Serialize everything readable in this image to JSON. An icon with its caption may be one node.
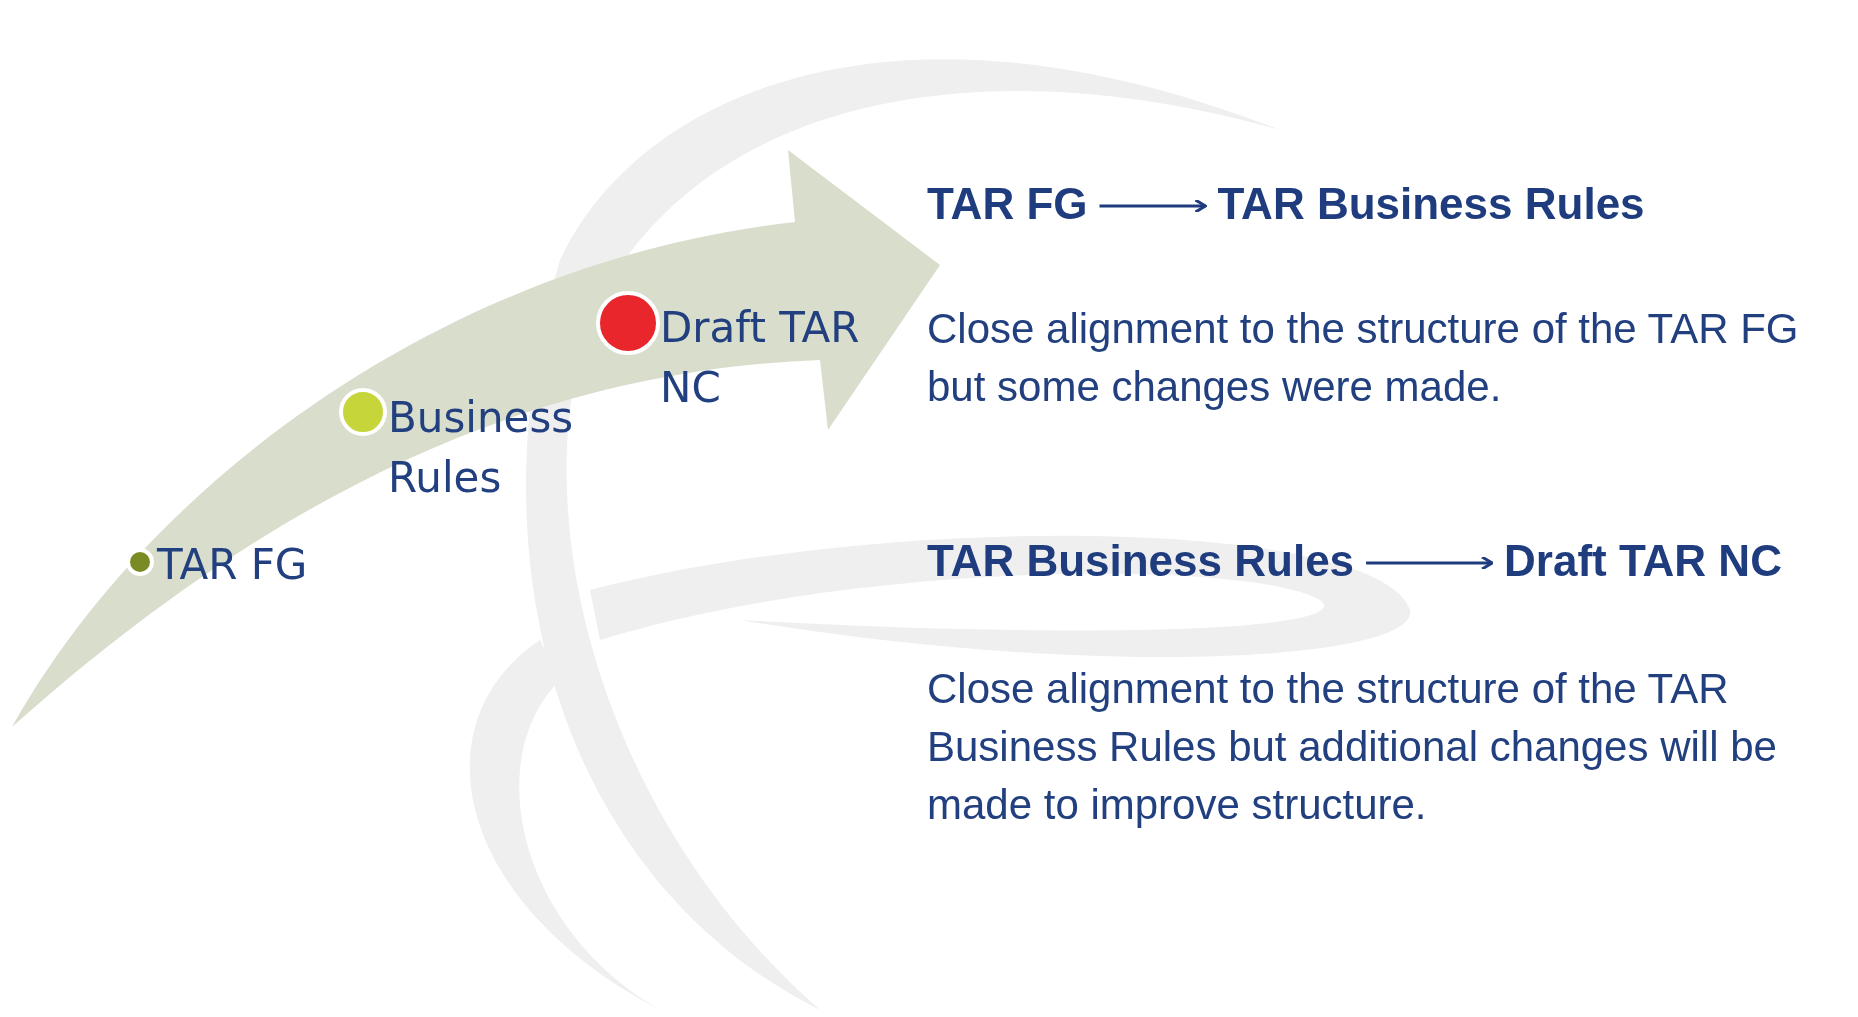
{
  "diagram": {
    "nodes": [
      {
        "text": [
          "TAR FG"
        ]
      },
      {
        "text": [
          "Business Rules"
        ]
      },
      {
        "text": [
          "Draft TAR NC"
        ]
      },
      {
        "text": [
          "TAR FG"
        ]
      },
      {
        "text": [
          "TAR Business Rules"
        ]
      },
      {
        "text": [
          "TAR Business Rules"
        ]
      },
      {
        "text": [
          "Draft TAR NC"
        ]
      }
    ],
    "edges": [
      {
        "from": 3,
        "to": 4,
        "arrow": "to"
      },
      {
        "from": 5,
        "to": 6,
        "arrow": "to"
      }
    ],
    "labels": [
      "Close alignment to the structure of the TAR FG but some changes were made.",
      "Close alignment to the structure of the TAR Business Rules but additional changes will be made to improve structure."
    ]
  }
}
